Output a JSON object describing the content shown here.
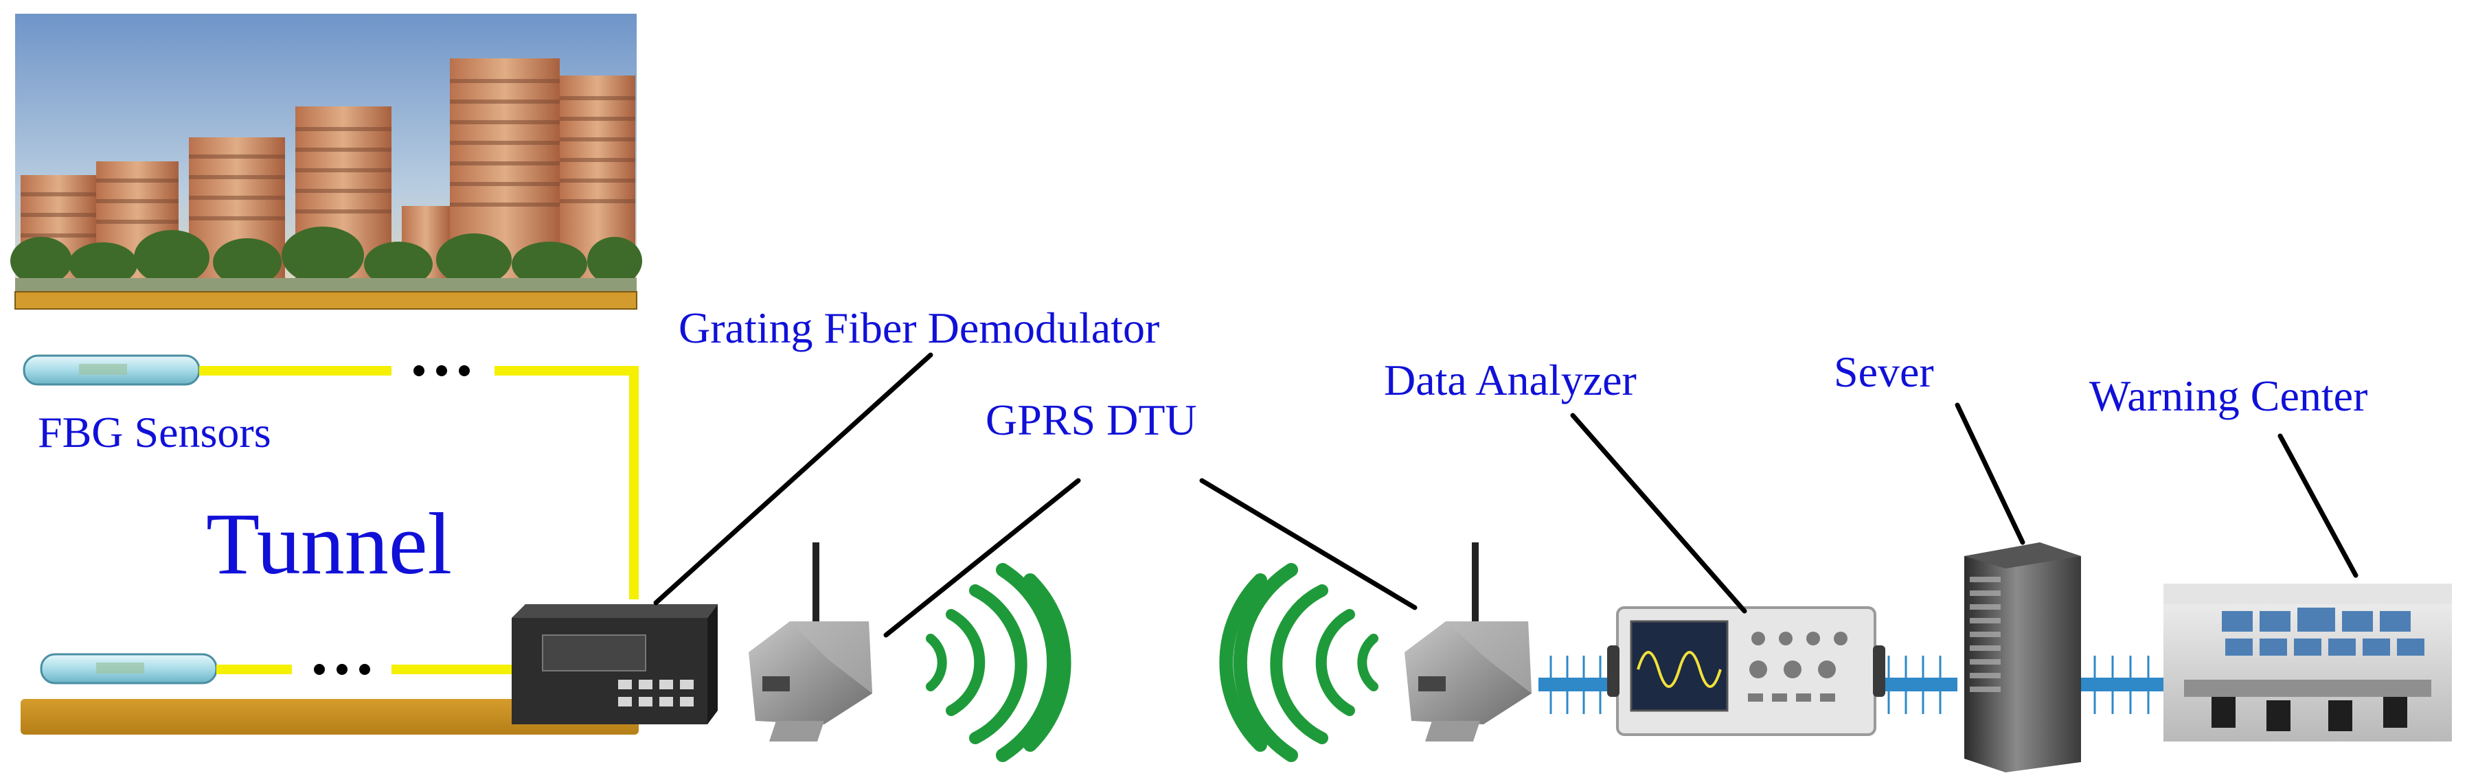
{
  "labels": {
    "grating_fiber_demodulator": "Grating Fiber Demodulator",
    "fbg_sensors": "FBG Sensors",
    "tunnel": "Tunnel",
    "gprs_dtu": "GPRS DTU",
    "data_analyzer": "Data Analyzer",
    "sever": "Sever",
    "warning_center": "Warning Center"
  },
  "colors": {
    "label_text": "#1010d8",
    "fiber_yellow": "#f4f000",
    "ground_bar": "#c89020",
    "signal_wave": "#1f9a3a",
    "network_link": "#2f88c8",
    "pointer_line": "#000000"
  }
}
